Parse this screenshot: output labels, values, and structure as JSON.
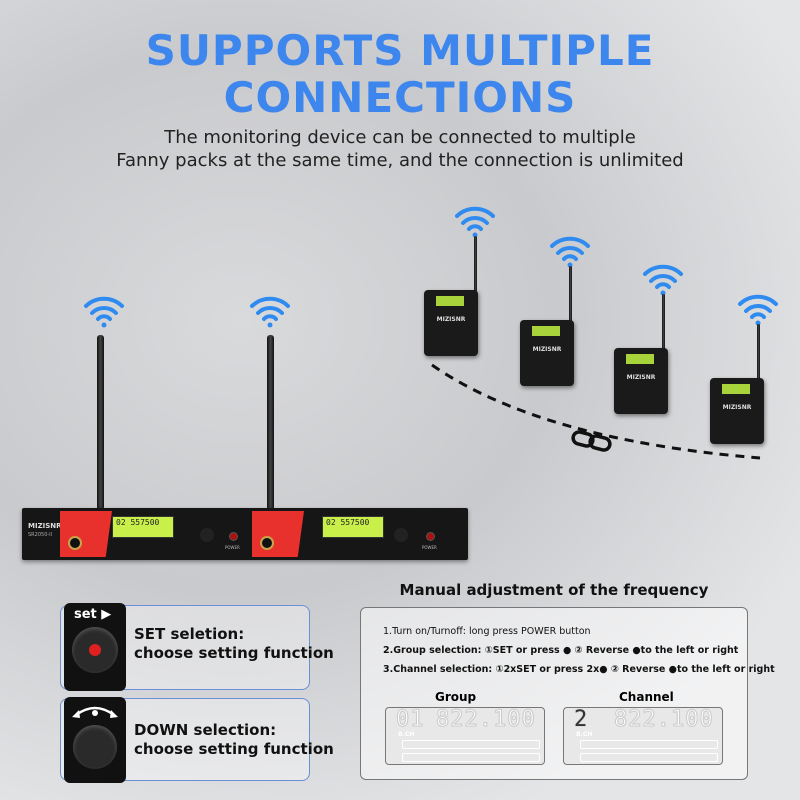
{
  "header": {
    "title_line1": "SUPPORTS MULTIPLE",
    "title_line2": "CONNECTIONS",
    "subtitle_line1": "The monitoring device can be connected to multiple",
    "subtitle_line2": "Fanny packs at the same time, and the connection is unlimited"
  },
  "receiver": {
    "brand": "MIZISNR",
    "model": "SR2050-II",
    "lcd_frequency": "02 557500",
    "power_label": "POWER"
  },
  "bodypacks": {
    "brand": "MIZISNR",
    "count": 4
  },
  "colors": {
    "accent": "#3c86ee",
    "red": "#e8302c",
    "lcd": "#c9f04a"
  },
  "controls": [
    {
      "button_label": "set ▶",
      "title": "SET seletion:",
      "desc": "choose setting function",
      "icon": "set-button-icon"
    },
    {
      "title": "DOWN selection:",
      "desc": "choose setting function",
      "icon": "rotary-knob-icon"
    }
  ],
  "manual": {
    "heading": "Manual adjustment of the frequency",
    "lines": [
      "1.Turn on/Turnoff:   long press POWER button",
      "2.Group selection: ①SET or press ●   ② Reverse ●to the left or right",
      "3.Channel selection: ①2xSET or press 2x●   ② Reverse ●to the left or right"
    ],
    "group": {
      "label": "Group",
      "digits": "01",
      "frequency": "822.100",
      "unit_label": "B.CH"
    },
    "channel": {
      "label": "Channel",
      "digits": "2",
      "frequency": "822.100",
      "unit_label": "B.CH"
    }
  }
}
